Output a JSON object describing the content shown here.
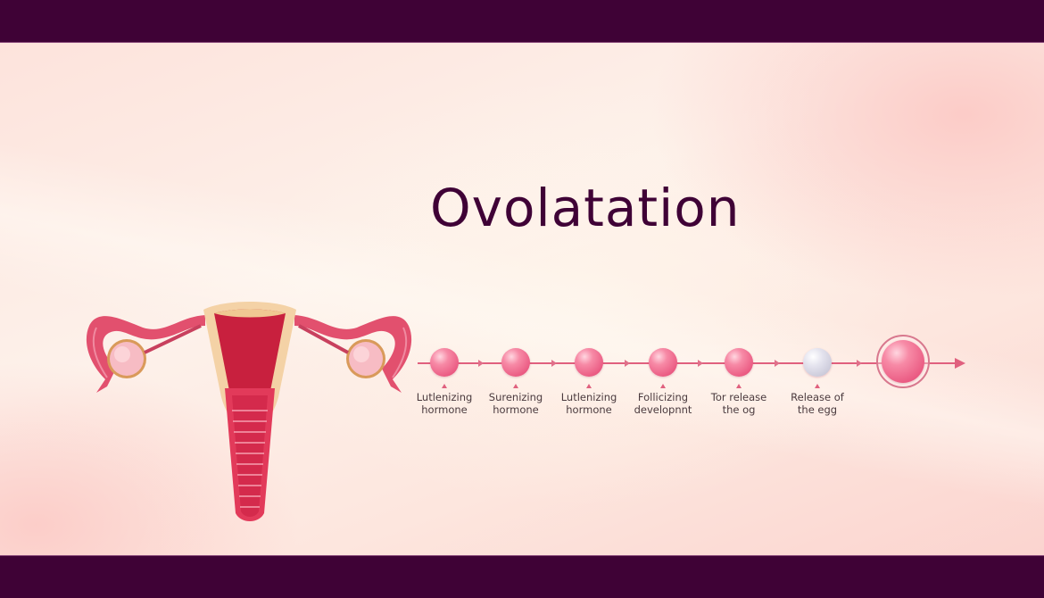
{
  "header": {
    "title": "Ovolatation"
  },
  "colors": {
    "frame_bar": "#3f0236",
    "title_text": "#3f0236",
    "timeline_line": "#e0607e",
    "node_pink": "#ea5a82",
    "node_grey": "#c9c8d8",
    "background_light": "#fdf1ea",
    "background_pink": "#fbd4cf"
  },
  "illustration": {
    "name": "uterus-anatomy-illustration",
    "parts": [
      "left-fallopian-tube",
      "left-ovary",
      "uterus",
      "cervix",
      "vaginal-canal",
      "right-ovary",
      "right-fallopian-tube"
    ]
  },
  "timeline": {
    "steps": [
      {
        "line1": "Lutlenizing",
        "line2": "hormone",
        "icon": "pink-follicle-icon"
      },
      {
        "line1": "Surenizing",
        "line2": "hormone",
        "icon": "pink-follicle-icon"
      },
      {
        "line1": "Lutlenizing",
        "line2": "hormone",
        "icon": "pink-follicle-icon"
      },
      {
        "line1": "Follicizing",
        "line2": "developnnt",
        "icon": "pink-follicle-icon"
      },
      {
        "line1": "Tor release",
        "line2": "the og",
        "icon": "pink-follicle-icon"
      },
      {
        "line1": "Release of",
        "line2": "the egg",
        "icon": "grey-egg-icon"
      }
    ],
    "final_node": {
      "icon": "released-egg-icon"
    }
  }
}
